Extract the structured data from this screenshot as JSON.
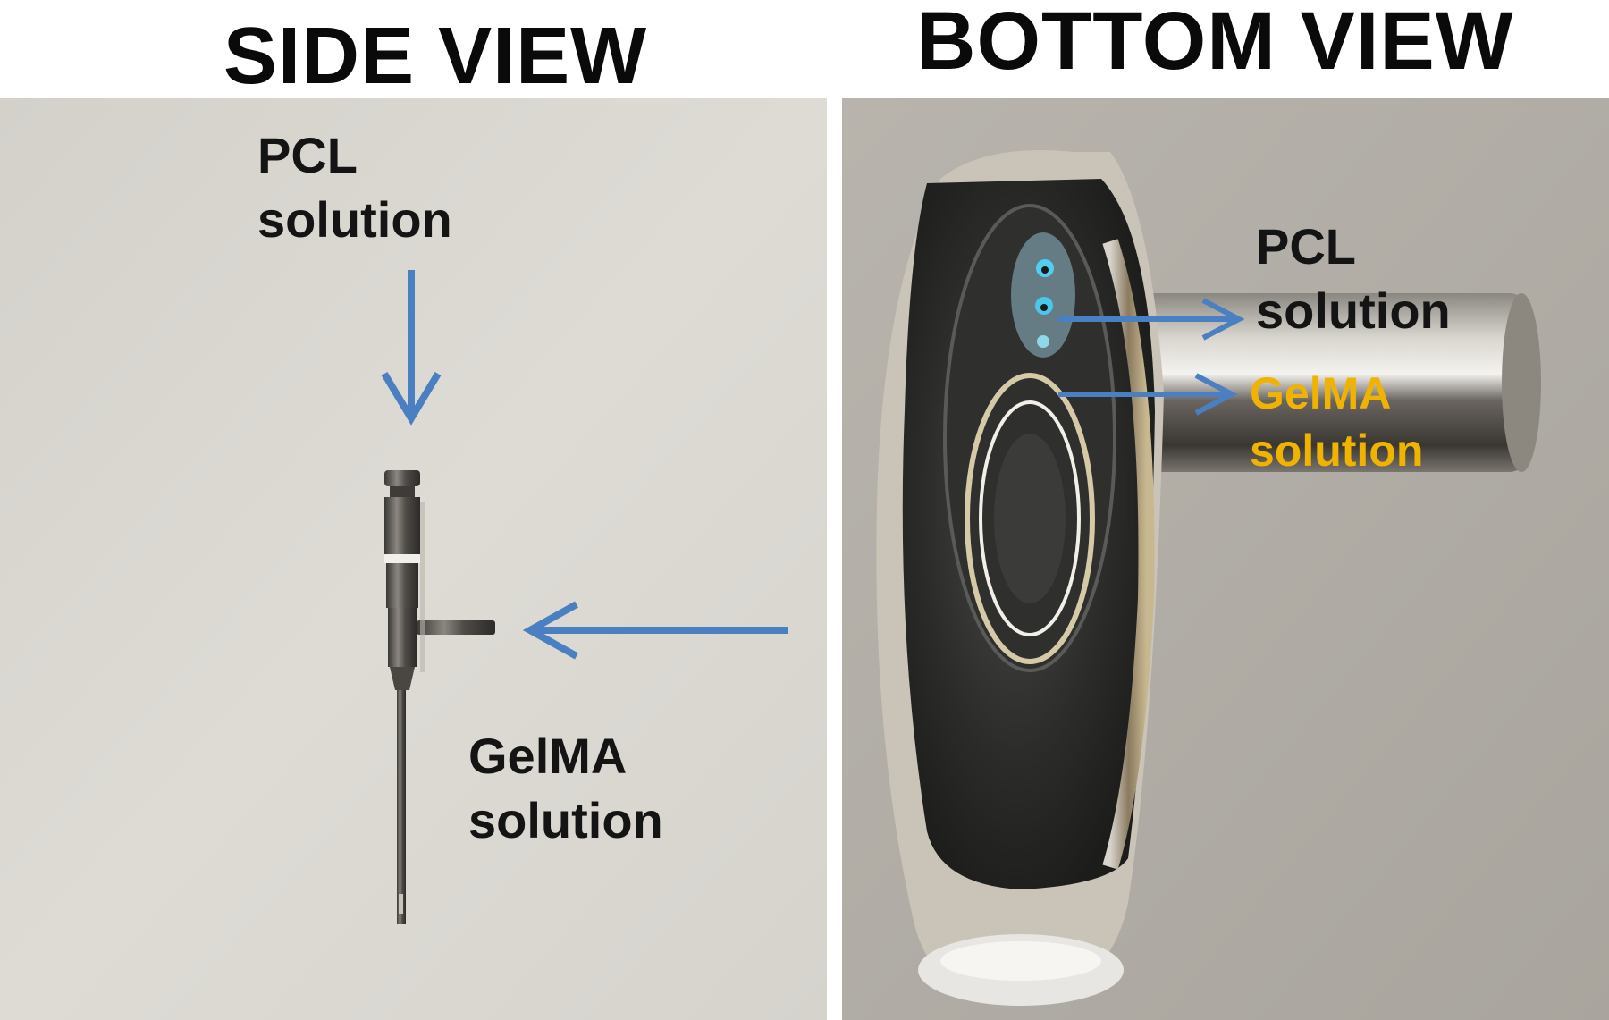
{
  "figure": {
    "left_title": "SIDE VIEW",
    "right_title": "BOTTOM VIEW"
  },
  "side_view": {
    "pcl_label_line1": "PCL",
    "pcl_label_line2": "solution",
    "gelma_label_line1": "GelMA",
    "gelma_label_line2": "solution"
  },
  "bottom_view": {
    "pcl_label_line1": "PCL",
    "pcl_label_line2": "solution",
    "gelma_label_line1": "GelMA",
    "gelma_label_line2": "solution"
  },
  "colors": {
    "arrow": "#4a7fc1",
    "pcl_text_right": "#141414",
    "gelma_text_right": "#f0b400",
    "paper_background": "#dad7d1"
  }
}
